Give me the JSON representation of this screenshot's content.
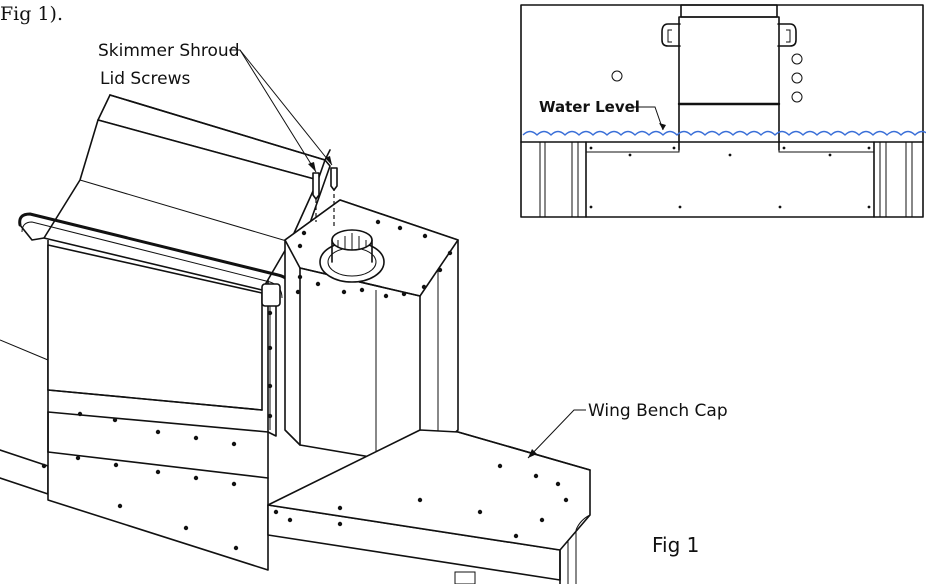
{
  "intro_text": "Fig 1).",
  "labels": {
    "skimmer_line1": "Skimmer Shroud",
    "skimmer_line2": "Lid Screws",
    "water_level": "Water Level",
    "wing_bench_cap": "Wing Bench Cap",
    "figure": "Fig 1"
  },
  "colors": {
    "water_line": "#3a6fd8",
    "ink": "#111111"
  }
}
